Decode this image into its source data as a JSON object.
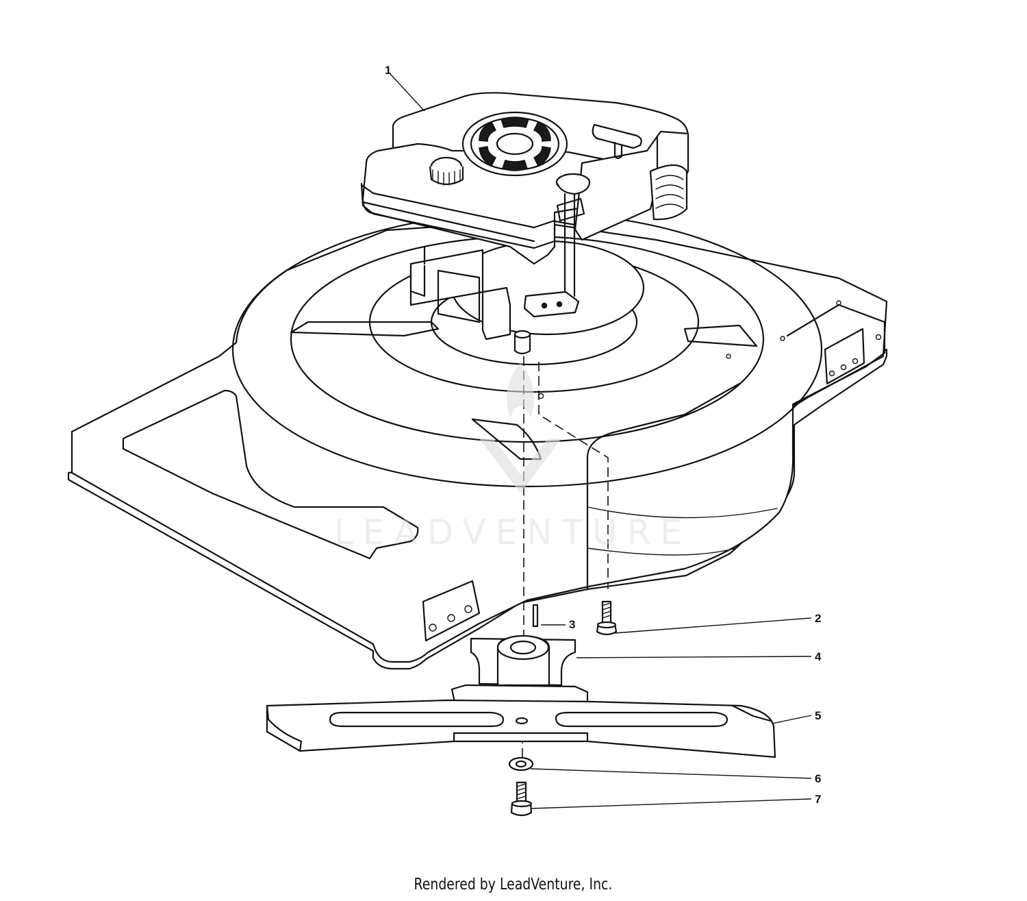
{
  "diagram": {
    "callouts": [
      {
        "number": "1",
        "part": "engine"
      },
      {
        "number": "2",
        "part": "bolt"
      },
      {
        "number": "3",
        "part": "key"
      },
      {
        "number": "4",
        "part": "blade-adapter"
      },
      {
        "number": "5",
        "part": "blade"
      },
      {
        "number": "6",
        "part": "washer"
      },
      {
        "number": "7",
        "part": "blade-bolt"
      }
    ],
    "watermark": "LEADVENTURE"
  },
  "footer": {
    "text": "Rendered by LeadVenture, Inc."
  }
}
